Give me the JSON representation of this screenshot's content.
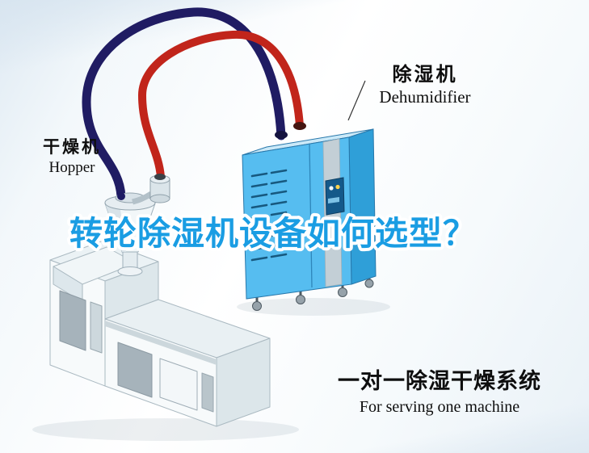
{
  "headline": {
    "text": "转轮除湿机设备如何选型？",
    "color": "#1a9de3",
    "outline_color": "#ffffff"
  },
  "labels": {
    "dehumidifier": {
      "zh": "除湿机",
      "en": "Dehumidifier"
    },
    "dryer": {
      "zh": "干燥机",
      "en": "Hopper"
    },
    "system": {
      "zh": "一对一除湿干燥系统",
      "en": "For serving one machine"
    }
  },
  "diagram": {
    "pipe_blue": "#201c63",
    "pipe_red": "#c1251b",
    "cabinet_blue": "#56bdf0",
    "cabinet_side_blue": "#2f9fd8",
    "cabinet_top_blue": "#cbe9f8",
    "machine_white": "#f7fafb",
    "parts": [
      "dehumidifier-cabinet",
      "hopper-dryer",
      "extruder-machine",
      "supply-pipe-red",
      "return-pipe-blue"
    ]
  }
}
